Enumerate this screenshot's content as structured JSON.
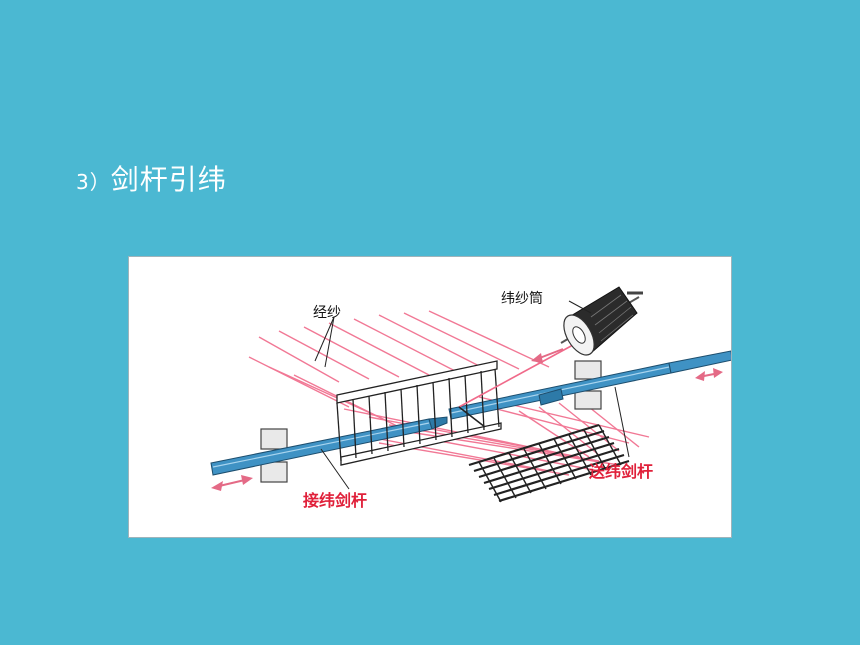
{
  "slide": {
    "title_number": "3）",
    "title_text": "剑杆引纬"
  },
  "diagram": {
    "labels": {
      "warp": "经纱",
      "bobbin": "纬纱筒",
      "receiving_rapier": "接纬剑杆",
      "delivering_rapier": "送纬剑杆"
    },
    "colors": {
      "background": "#4bb8d2",
      "warp_yarn": "#f06a8a",
      "rapier": "#3f92c4",
      "label_red": "#e0203a",
      "cloth": "#222222"
    }
  }
}
